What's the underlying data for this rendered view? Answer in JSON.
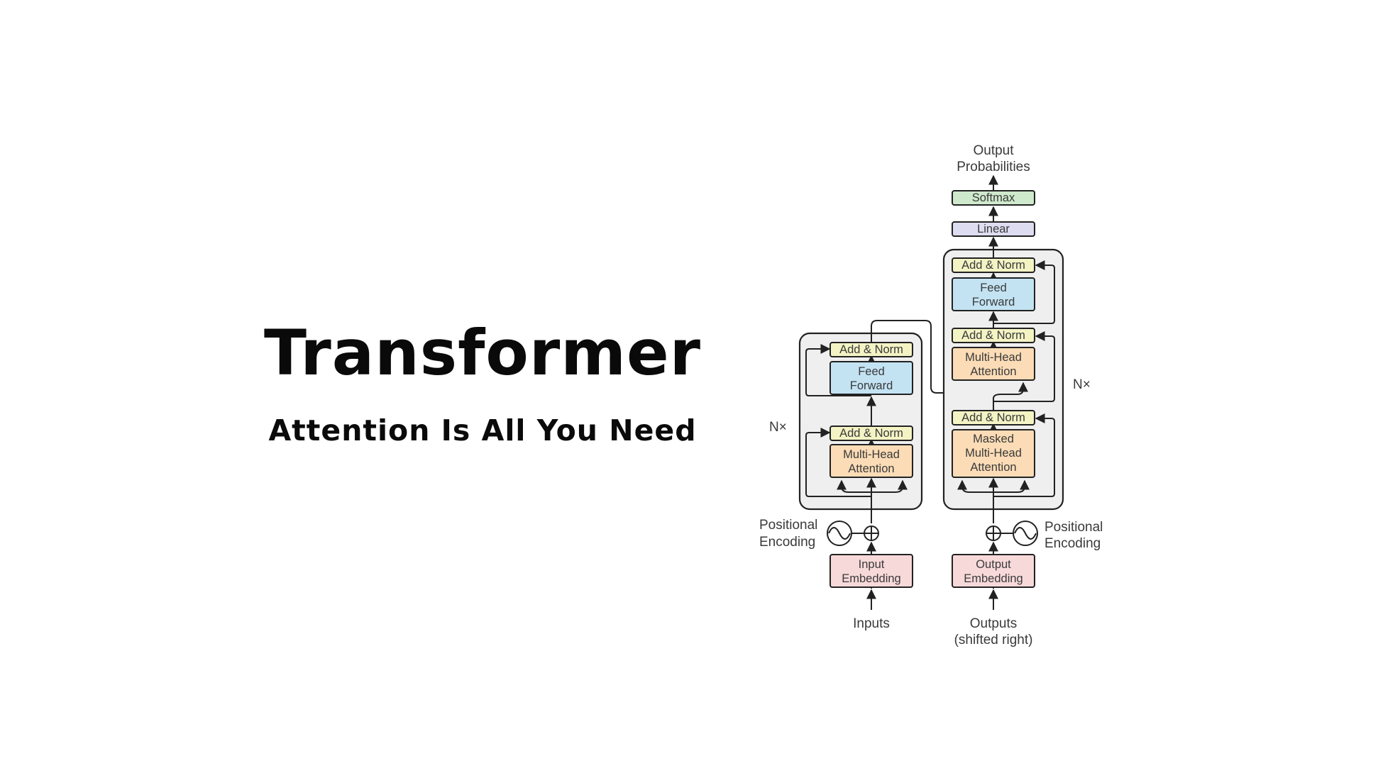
{
  "heading": {
    "title": "Transformer",
    "subtitle": "Attention Is All You Need"
  },
  "colors": {
    "add_norm": "#f3f3c4",
    "feed_forward": "#c3e3f3",
    "attention": "#fbdcb6",
    "embedding": "#f8d9da",
    "linear": "#dedcf0",
    "softmax": "#cfe9cc",
    "container": "#efefef",
    "stroke": "#222222"
  },
  "encoder": {
    "add_norm_top": "Add & Norm",
    "feed_forward": [
      "Feed",
      "Forward"
    ],
    "add_norm_bottom": "Add & Norm",
    "attention": [
      "Multi-Head",
      "Attention"
    ],
    "repeat": "N×",
    "positional_encoding": [
      "Positional",
      "Encoding"
    ],
    "embedding": [
      "Input",
      "Embedding"
    ],
    "input_label": "Inputs"
  },
  "decoder": {
    "add_norm_top": "Add & Norm",
    "feed_forward": [
      "Feed",
      "Forward"
    ],
    "add_norm_mid": "Add & Norm",
    "cross_attention": [
      "Multi-Head",
      "Attention"
    ],
    "add_norm_bottom": "Add & Norm",
    "masked_attention": [
      "Masked",
      "Multi-Head",
      "Attention"
    ],
    "repeat": "N×",
    "positional_encoding": [
      "Positional",
      "Encoding"
    ],
    "embedding": [
      "Output",
      "Embedding"
    ],
    "input_label": [
      "Outputs",
      "(shifted right)"
    ]
  },
  "head": {
    "linear": "Linear",
    "softmax": "Softmax",
    "output_label": [
      "Output",
      "Probabilities"
    ]
  }
}
